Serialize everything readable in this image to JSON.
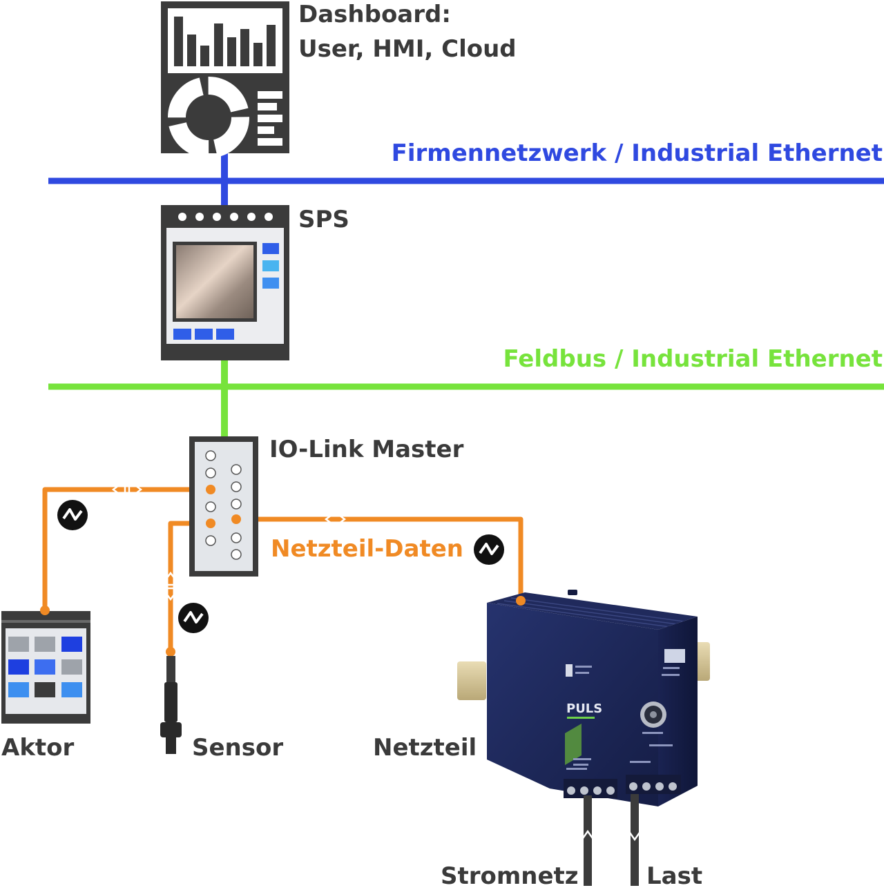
{
  "labels": {
    "dashboard_line1": "Dashboard:",
    "dashboard_line2": "User, HMI, Cloud",
    "network_company": "Firmennetzwerk / Industrial Ethernet",
    "plc": "SPS",
    "network_field": "Feldbus / Industrial Ethernet",
    "io_link_master": "IO-Link Master",
    "power_supply_data": "Netzteil-Daten",
    "actuator": "Aktor",
    "sensor": "Sensor",
    "power_supply": "Netzteil",
    "mains": "Stromnetz",
    "load": "Last"
  },
  "device_branding": {
    "power_supply_brand": "PULS"
  },
  "colors": {
    "company_network": "#2f49e0",
    "fieldbus": "#77e33c",
    "io_link": "#f08a24",
    "device_gray": "#3b3b3b",
    "power_supply_body": "#1f2a5c"
  },
  "icons": [
    "dashboard-device-icon",
    "plc-device-icon",
    "io-link-master-device-icon",
    "actuator-device-icon",
    "sensor-device-icon",
    "power-supply-device-icon",
    "io-link-symbol-icon"
  ]
}
